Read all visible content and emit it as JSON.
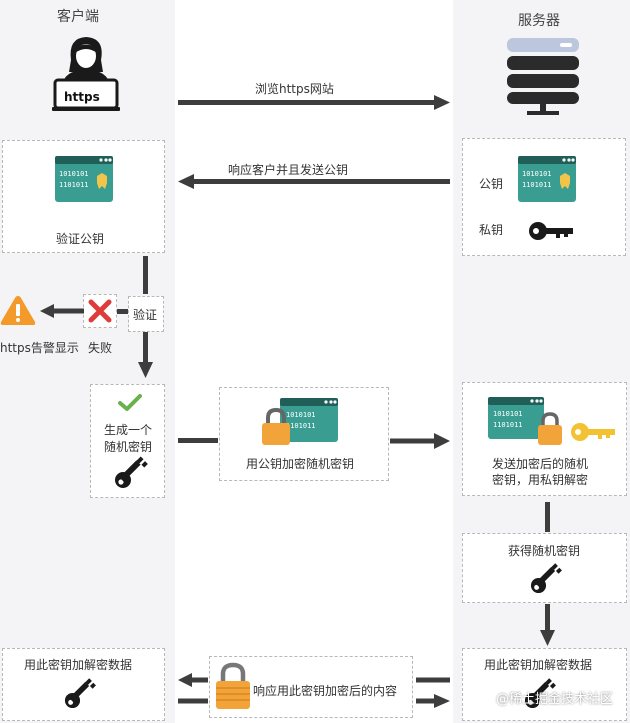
{
  "client": {
    "title": "客户端",
    "laptop_text": "https",
    "verify_key_label": "验证公钥",
    "verify_label": "验证",
    "warning_label": "https告警显示",
    "fail_label": "失败",
    "generate_key_label_1": "生成一个",
    "generate_key_label_2": "随机密钥",
    "encrypt_data_label": "用此密钥加解密数据"
  },
  "server": {
    "title": "服务器",
    "public_key_label": "公钥",
    "private_key_label": "私钥",
    "decrypt_label_1": "发送加密后的随机",
    "decrypt_label_2": "密钥，用私钥解密",
    "get_key_label": "获得随机密钥",
    "encrypt_data_label": "用此密钥加解密数据"
  },
  "messages": {
    "browse": "浏览https网站",
    "respond_public_key": "响应客户并且发送公钥",
    "encrypt_random_key": "用公钥加密随机密钥",
    "respond_encrypted": "响应用此密钥加密后的内容"
  },
  "certificate": {
    "line1": "1010101",
    "line2": "1101011"
  },
  "watermark": "@稀土掘金技术社区",
  "colors": {
    "lane": "#f4f4f6",
    "arrow": "#3d3d3d",
    "cert_green": "#3a9d92",
    "badge_gold": "#f2c54a",
    "lock_orange": "#f2a33a",
    "key_dark": "#1a1a1a",
    "key_gold": "#f2c230",
    "check_green": "#6ab04c",
    "fail_red": "#e03b3b",
    "warning_orange": "#f39a2b"
  }
}
